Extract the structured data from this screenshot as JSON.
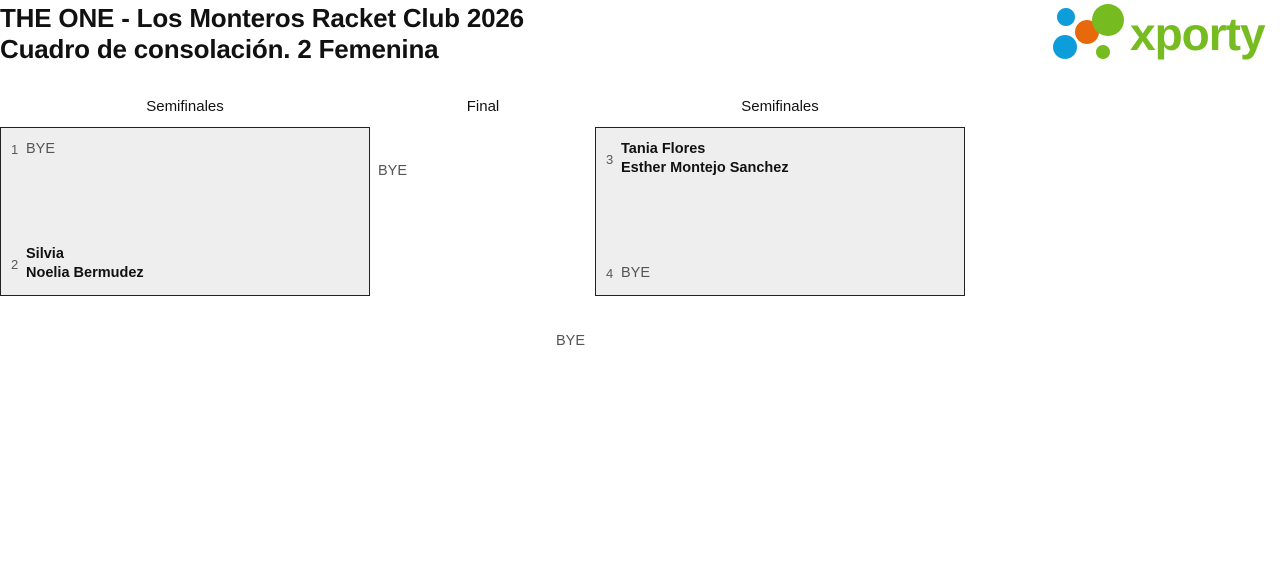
{
  "header": {
    "title_line_1": "THE ONE - Los Monteros Racket Club 2026",
    "title_line_2": "Cuadro de consolación. 2 Femenina"
  },
  "brand": {
    "name": "xporty",
    "wordmark": "xporty",
    "colors": {
      "green": "#76bc21",
      "blue": "#0d9ddb",
      "orange": "#e8690b"
    }
  },
  "bracket": {
    "rounds": [
      {
        "id": "semifinal-left",
        "label": "Semifinales"
      },
      {
        "id": "final",
        "label": "Final"
      },
      {
        "id": "semifinal-right",
        "label": "Semifinales"
      }
    ],
    "matches": [
      {
        "id": "semifinal-left-match",
        "teams": [
          {
            "seed": "1",
            "players": [
              "BYE"
            ],
            "is_bye": true
          },
          {
            "seed": "2",
            "players": [
              "Silvia",
              "Noelia Bermudez"
            ],
            "is_bye": false
          }
        ],
        "winner_label": "BYE"
      },
      {
        "id": "semifinal-right-match",
        "teams": [
          {
            "seed": "3",
            "players": [
              "Tania Flores",
              "Esther Montejo Sanchez"
            ],
            "is_bye": false
          },
          {
            "seed": "4",
            "players": [
              "BYE"
            ],
            "is_bye": true
          }
        ],
        "winner_label": ""
      }
    ],
    "final_winner_label": "BYE"
  },
  "colors": {
    "box_fill": "#eeeeee",
    "box_border": "#222222",
    "text_primary": "#111111",
    "text_muted": "#555555",
    "seed_text": "#5a5a5a",
    "page_background": "#ffffff"
  }
}
